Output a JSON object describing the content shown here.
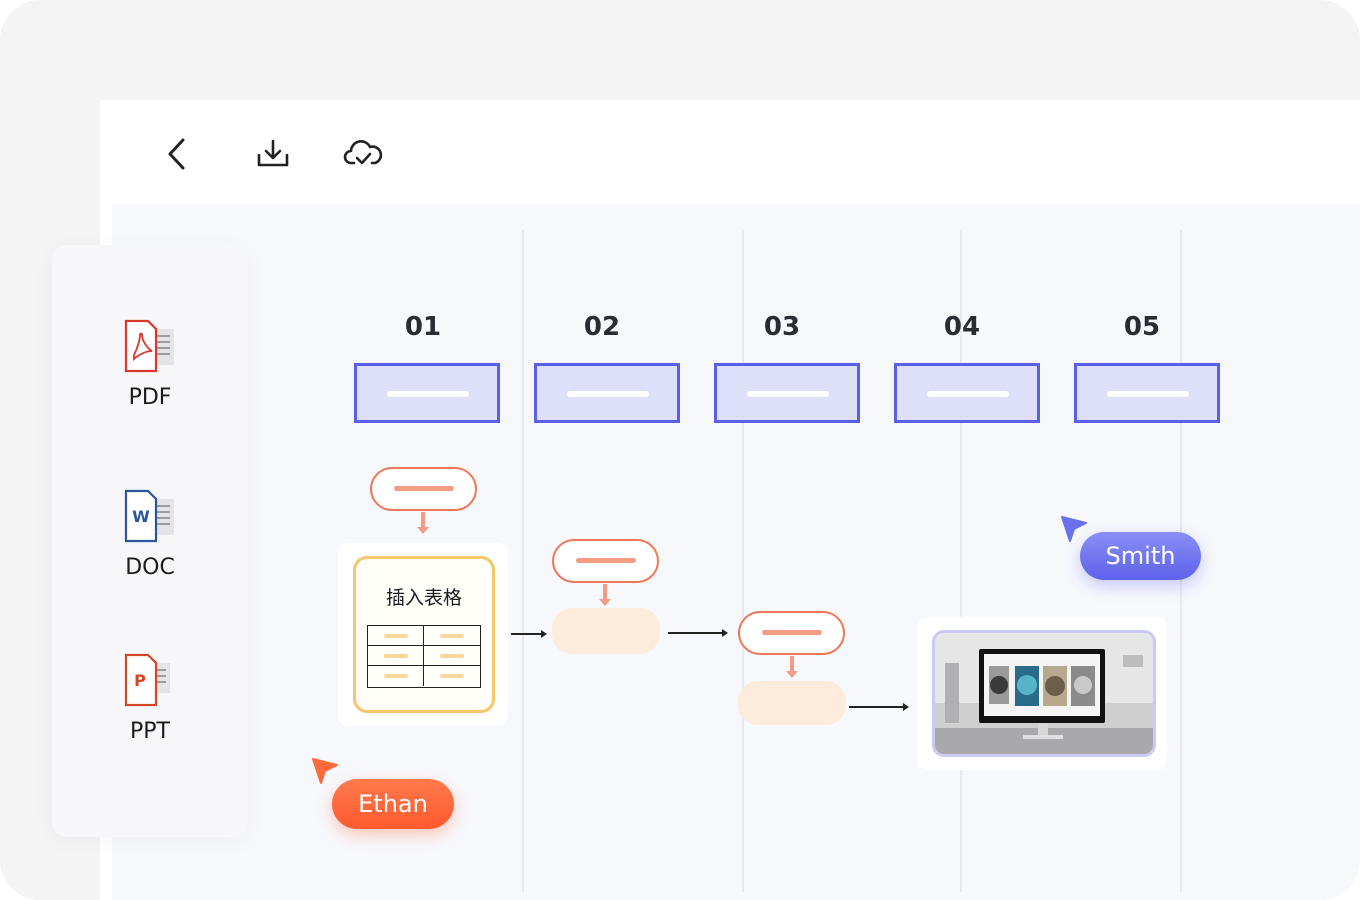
{
  "toolbar": {
    "back_icon": "chevron-left-icon",
    "download_icon": "download-tray-icon",
    "cloud_icon": "cloud-check-icon"
  },
  "sidebar": {
    "items": [
      {
        "label": "PDF",
        "icon": "pdf-file-icon",
        "color": "#d9382f"
      },
      {
        "label": "DOC",
        "icon": "word-file-icon",
        "color": "#2b579a"
      },
      {
        "label": "PPT",
        "icon": "ppt-file-icon",
        "color": "#d24726"
      }
    ]
  },
  "columns": [
    "01",
    "02",
    "03",
    "04",
    "05"
  ],
  "table_card": {
    "title": "插入表格"
  },
  "collaborators": [
    {
      "name": "Ethan",
      "color": "#ff6a3d"
    },
    {
      "name": "Smith",
      "color": "#6b70f2"
    }
  ],
  "colors": {
    "column_header_border": "#5b5ee6",
    "column_header_fill": "#dedff9",
    "node_border": "#ef7657",
    "table_border": "#f5c66a"
  }
}
